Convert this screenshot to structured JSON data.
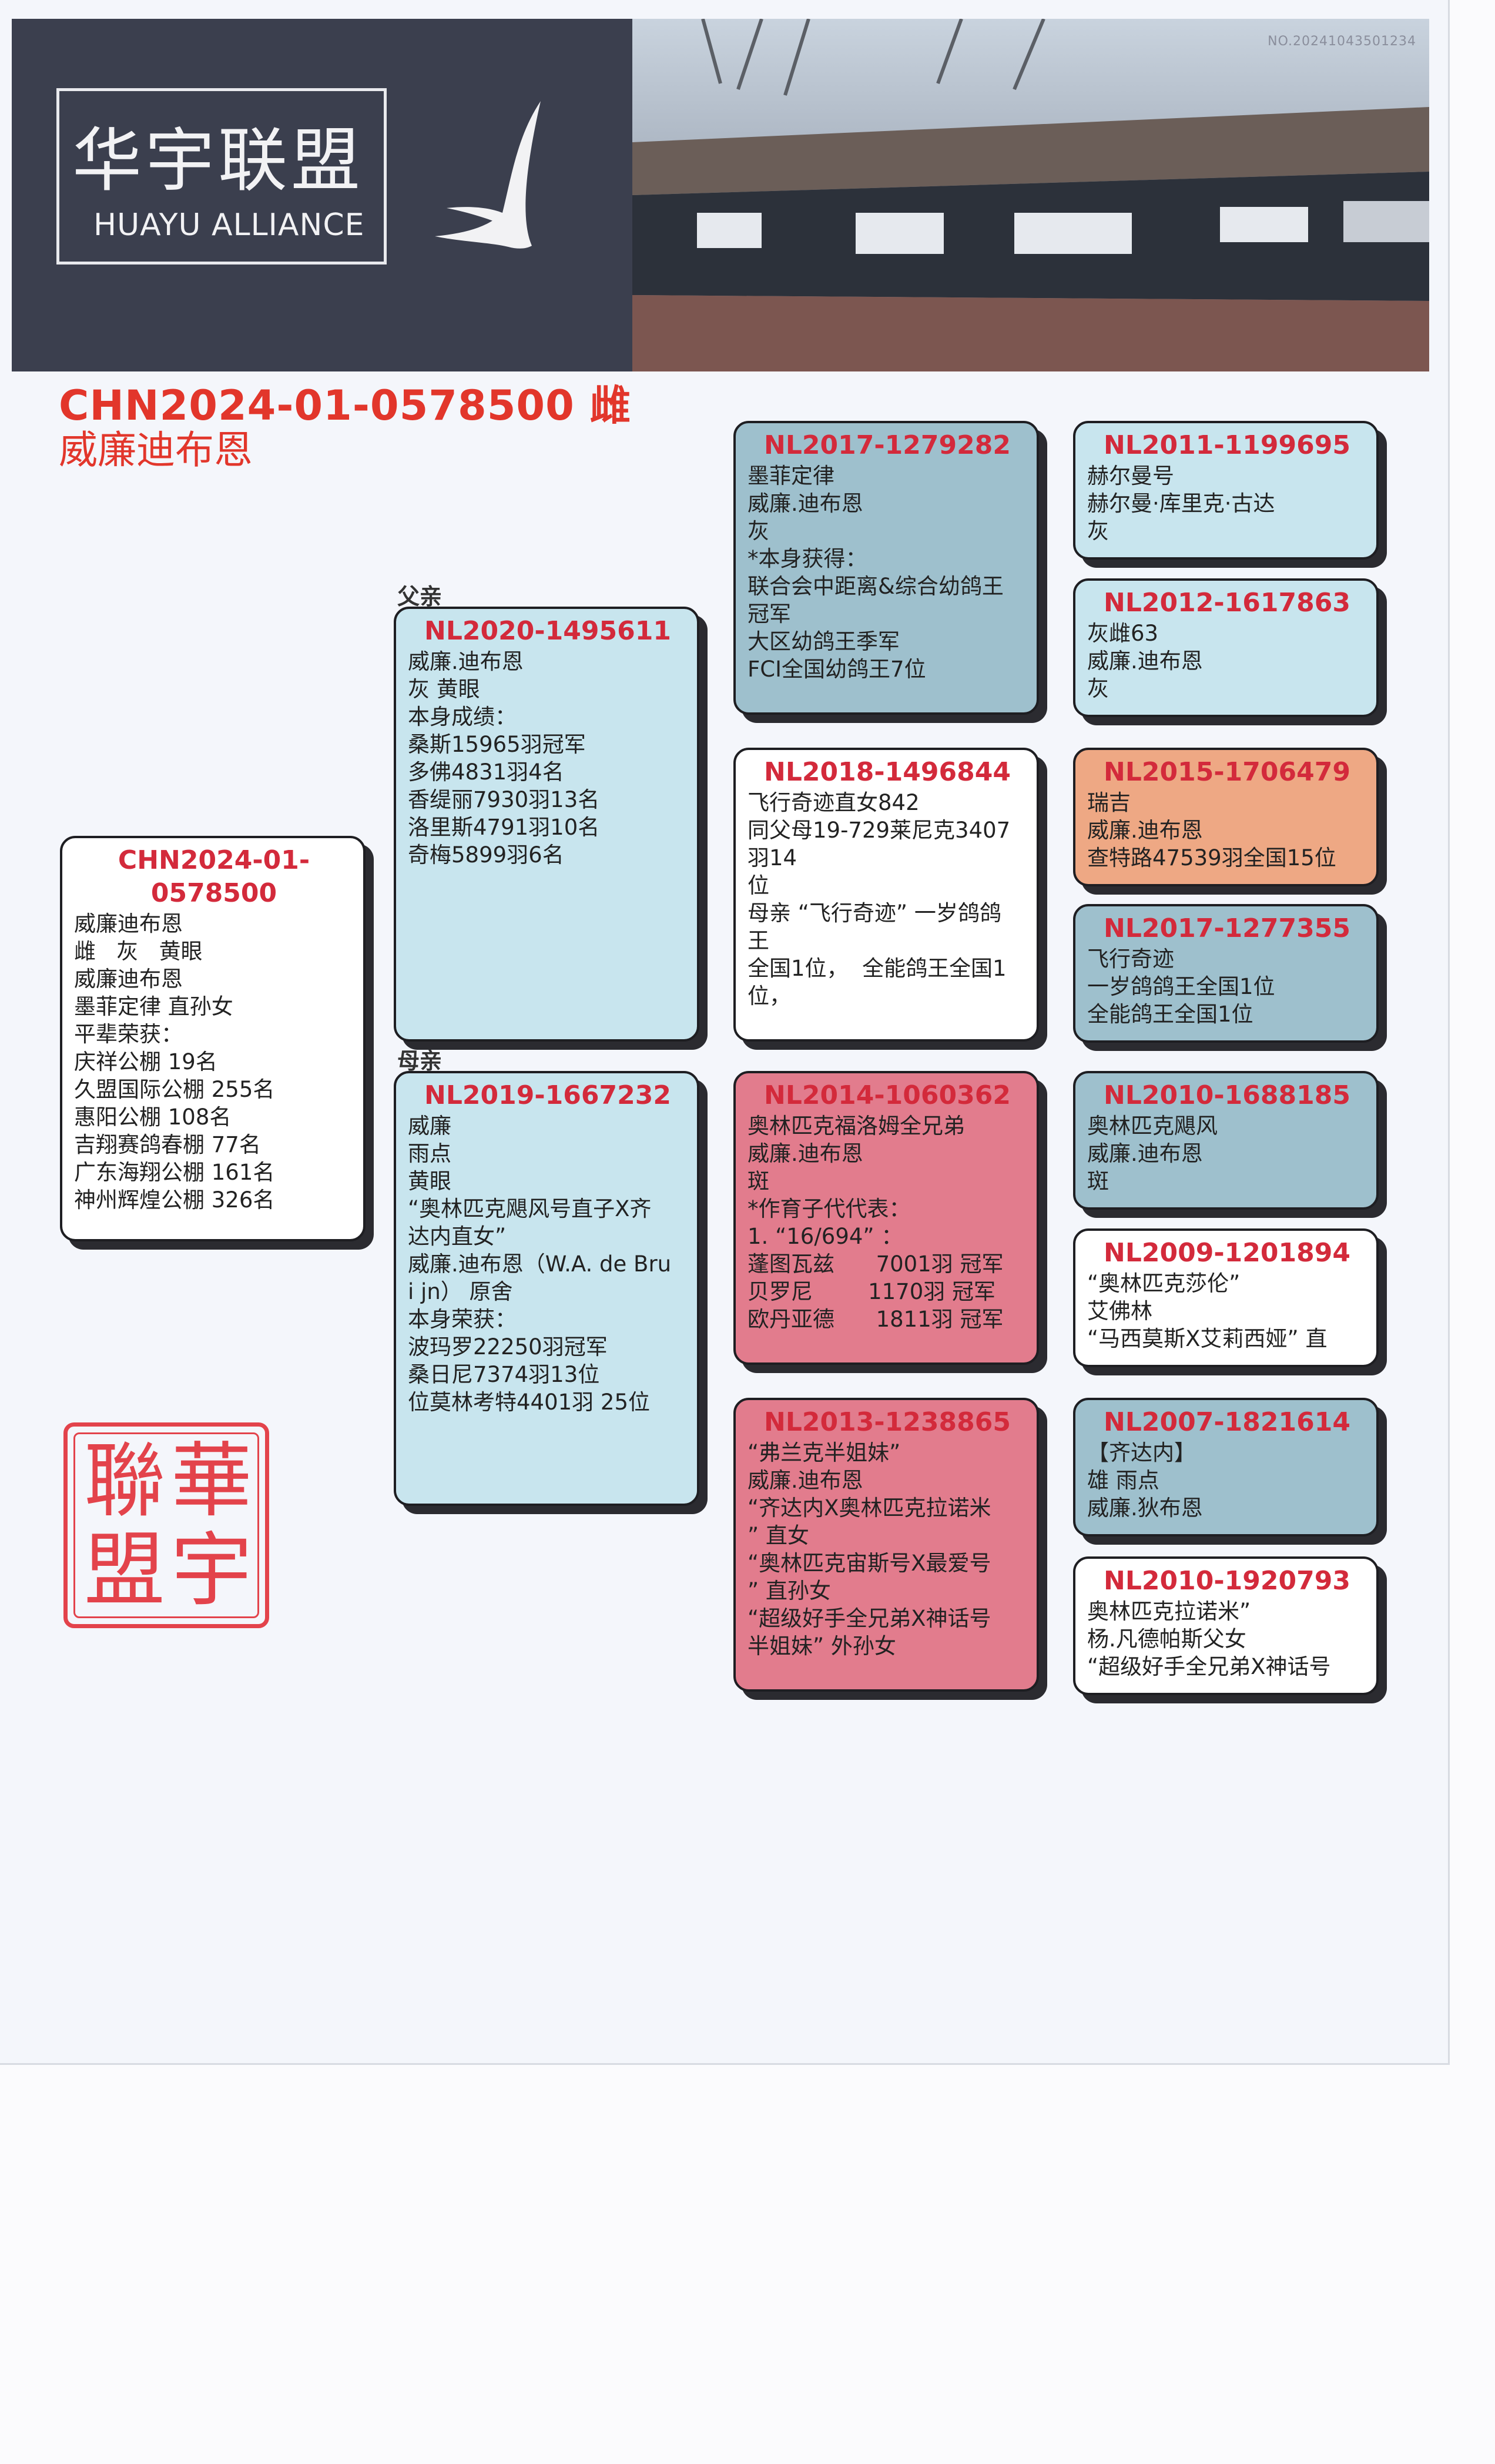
{
  "header": {
    "logo_cn": "华宇联盟",
    "logo_en": "HUAYU ALLIANCE",
    "serial": "NO.20241043501234"
  },
  "pigeon": {
    "id": "CHN2024-01-0578500   雌",
    "name": "威廉迪布恩"
  },
  "labels": {
    "father": "父亲",
    "mother": "母亲"
  },
  "seal": {
    "chars": [
      "華",
      "宇",
      "聯",
      "盟"
    ]
  },
  "cards": {
    "self": {
      "title": "CHN2024-01-0578500",
      "lines": "威廉迪布恩\n雌   灰   黄眼\n威廉迪布恩\n墨菲定律 直孙女\n平辈荣获：\n庆祥公棚 19名\n久盟国际公棚 255名\n惠阳公棚 108名\n吉翔赛鸽春棚 77名\n广东海翔公棚 161名\n神州辉煌公棚 326名"
    },
    "sire": {
      "title": "NL2020-1495611",
      "lines": "威廉.迪布恩\n灰 黄眼\n本身成绩：\n桑斯15965羽冠军\n多佛4831羽4名\n香缇丽7930羽13名\n洛里斯4791羽10名\n奇梅5899羽6名"
    },
    "dam": {
      "title": "NL2019-1667232",
      "lines": "威廉\n雨点\n黄眼\n“奥林匹克飓风号直子X齐\n达内直女”\n威廉.迪布恩（W.A. de Bru\ni jn） 原舍\n本身荣获：\n波玛罗22250羽冠军\n桑日尼7374羽13位\n位莫林考特4401羽 25位"
    },
    "ss": {
      "title": "NL2017-1279282",
      "lines": "墨菲定律\n威廉.迪布恩\n灰\n*本身获得：\n联合会中距离&综合幼鸽王\n冠军\n大区幼鸽王季军\nFCI全国幼鸽王7位"
    },
    "sd": {
      "title": "NL2018-1496844",
      "lines": "飞行奇迹直女842\n同父母19-729莱尼克3407\n羽14\n位\n母亲 “飞行奇迹” 一岁鸽鸽\n王\n全国1位，  全能鸽王全国1\n位，"
    },
    "ds": {
      "title": "NL2014-1060362",
      "lines": "奥林匹克福洛姆全兄弟\n威廉.迪布恩\n斑\n*作育子代代表：\n1. “16/694” ：\n蓬图瓦兹      7001羽 冠军\n贝罗尼        1170羽 冠军\n欧丹亚德      1811羽 冠军"
    },
    "dd": {
      "title": "NL2013-1238865",
      "lines": "“弗兰克半姐妹”\n威廉.迪布恩\n“齐达内X奥林匹克拉诺米\n” 直女\n“奥林匹克宙斯号X最爱号\n” 直孙女\n“超级好手全兄弟X神话号\n半姐妹” 外孙女"
    },
    "sss": {
      "title": "NL2011-1199695",
      "lines": "赫尔曼号\n赫尔曼·库里克·古达\n灰"
    },
    "ssd": {
      "title": "NL2012-1617863",
      "lines": "灰雌63\n威廉.迪布恩\n灰"
    },
    "sds": {
      "title": "NL2015-1706479",
      "lines": "瑞吉\n威廉.迪布恩\n查特路47539羽全国15位"
    },
    "sdd": {
      "title": "NL2017-1277355",
      "lines": "飞行奇迹\n一岁鸽鸽王全国1位\n全能鸽王全国1位"
    },
    "dss": {
      "title": "NL2010-1688185",
      "lines": "奥林匹克飓风\n威廉.迪布恩\n斑"
    },
    "dsd": {
      "title": "NL2009-1201894",
      "lines": "“奥林匹克莎伦”\n艾佛林\n“马西莫斯X艾莉西娅” 直"
    },
    "dds": {
      "title": "NL2007-1821614",
      "lines": "【齐达内】\n雄 雨点\n威廉.狄布恩"
    },
    "ddd": {
      "title": "NL2010-1920793",
      "lines": "奥林匹克拉诺米”\n杨.凡德帕斯父女\n“超级好手全兄弟X神话号"
    }
  }
}
